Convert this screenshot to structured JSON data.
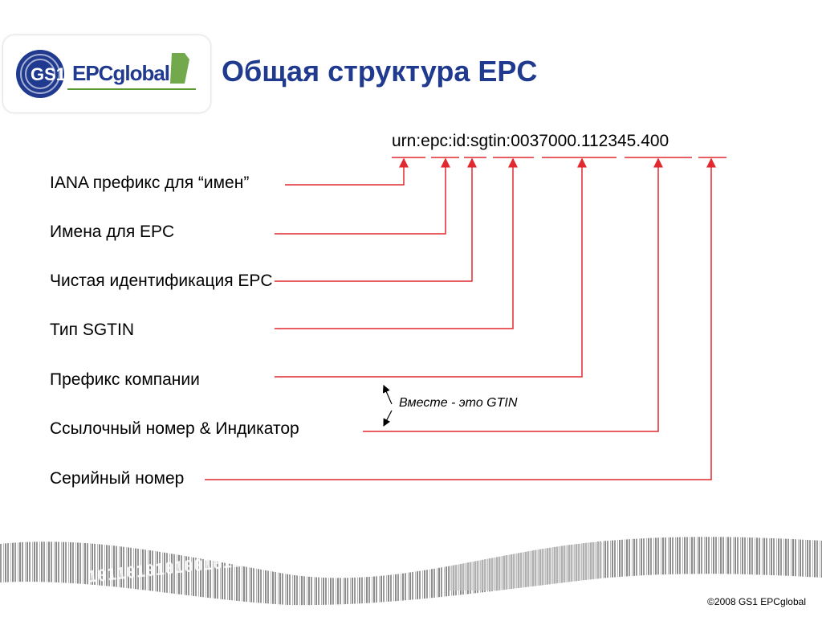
{
  "slide": {
    "title": "Общая структура EPC",
    "logo": {
      "gs1": "GS1",
      "epc": "EPCglobal"
    },
    "urn": "urn:epc:id:sgtin:0037000.112345.400",
    "labels": [
      "IANA префикс для “имен”",
      "Имена для EPC",
      "Чистая идентификация EPC",
      "Тип SGTIN",
      "Префикс компании",
      "Ссылочный номер & Индикатор",
      "Серийный номер"
    ],
    "note": "Вместе - это GTIN",
    "copyright": "©2008 GS1 EPCglobal",
    "band_digits": "1011010101001011",
    "colors": {
      "title": "#1f3a8f",
      "connector": "#e0282e",
      "gs1_ring": "#1f3a8f",
      "logo_green": "#5a9a2e",
      "band": "#9a9a9a"
    }
  }
}
